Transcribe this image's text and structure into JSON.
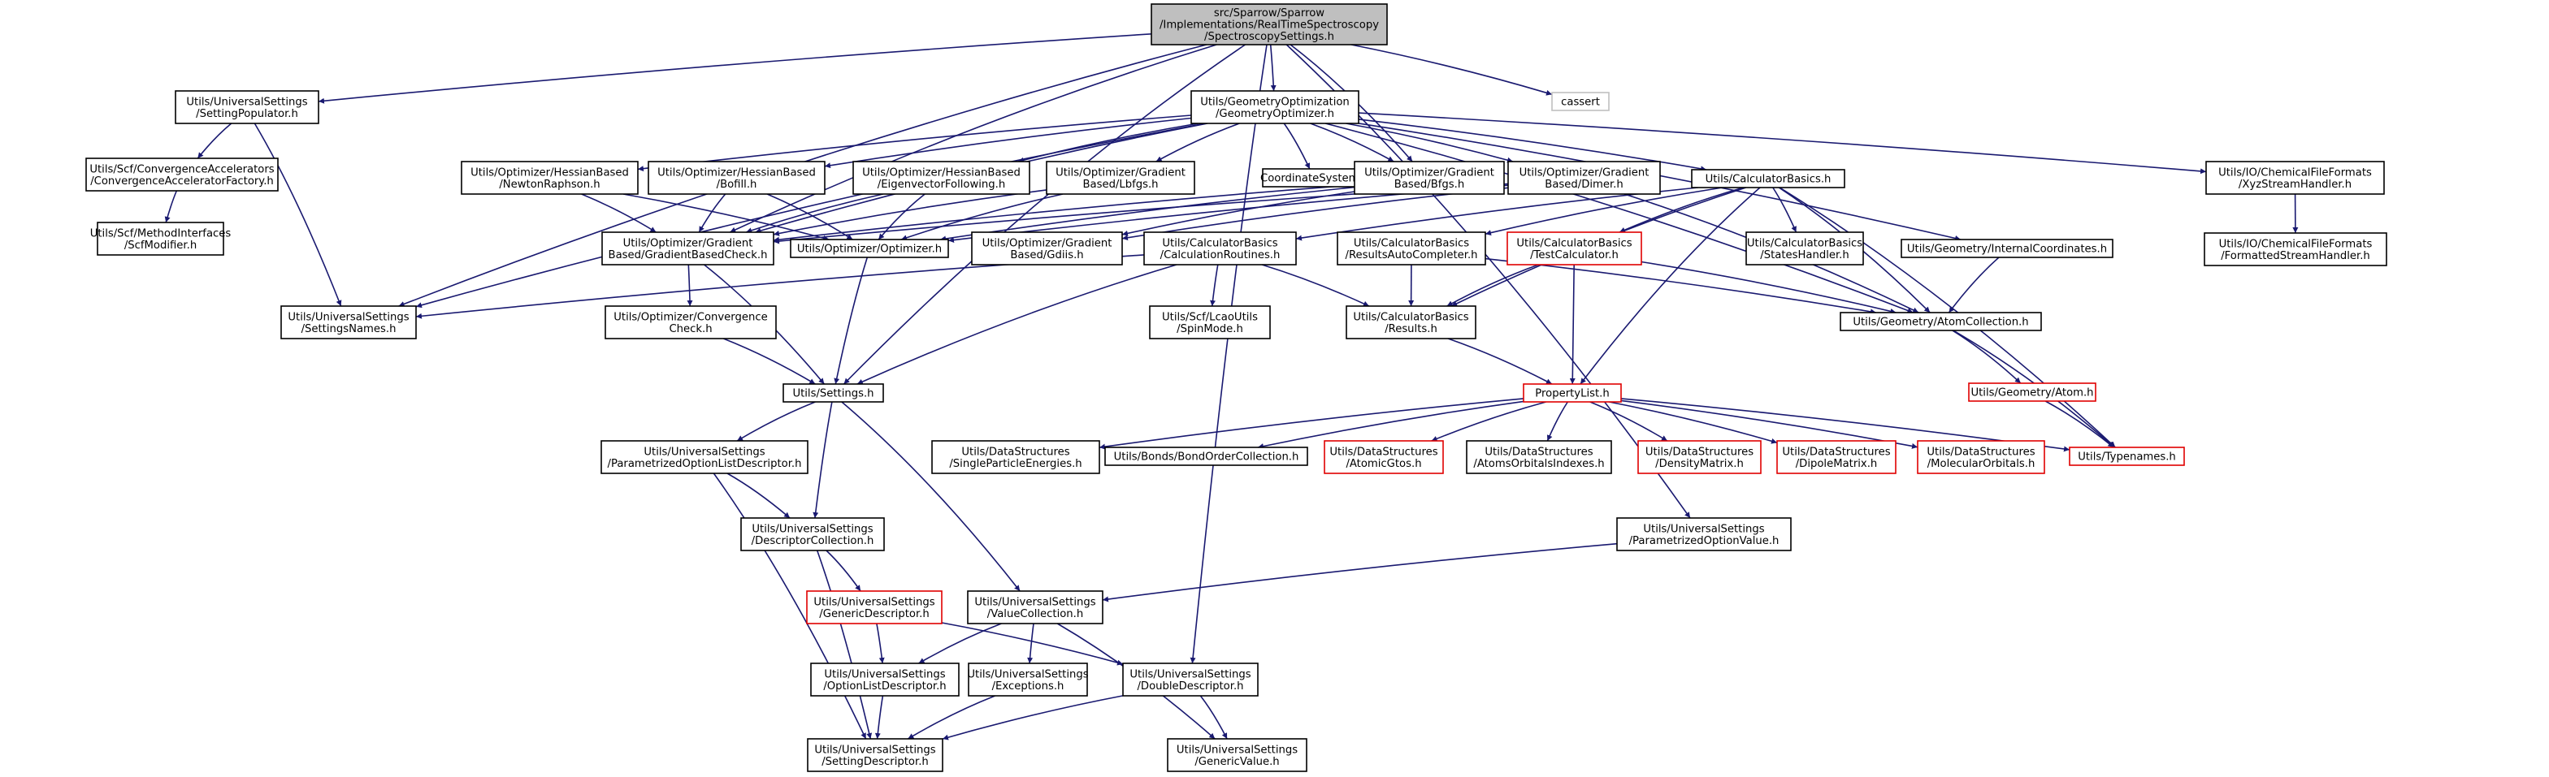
{
  "nodes": {
    "root": {
      "lines": [
        "src/Sparrow/Sparrow",
        "/Implementations/RealTimeSpectroscopy",
        "/SpectroscopySettings.h"
      ]
    },
    "cassert": {
      "lines": [
        "cassert"
      ]
    },
    "setting_populator": {
      "lines": [
        "Utils/UniversalSettings",
        "/SettingPopulator.h"
      ]
    },
    "geometry_optimizer": {
      "lines": [
        "Utils/GeometryOptimization",
        "/GeometryOptimizer.h"
      ]
    },
    "convergence_accel_factory": {
      "lines": [
        "Utils/Scf/ConvergenceAccelerators",
        "/ConvergenceAcceleratorFactory.h"
      ]
    },
    "scf_modifier": {
      "lines": [
        "Utils/Scf/MethodInterfaces",
        "/ScfModifier.h"
      ]
    },
    "hessian_newton": {
      "lines": [
        "Utils/Optimizer/HessianBased",
        "/NewtonRaphson.h"
      ]
    },
    "hessian_bofill": {
      "lines": [
        "Utils/Optimizer/HessianBased",
        "/Bofill.h"
      ]
    },
    "hessian_eigen": {
      "lines": [
        "Utils/Optimizer/HessianBased",
        "/EigenvectorFollowing.h"
      ]
    },
    "gradient_lbfgs": {
      "lines": [
        "Utils/Optimizer/Gradient",
        "Based/Lbfgs.h"
      ]
    },
    "coordinate_system": {
      "lines": [
        "CoordinateSystem.h"
      ]
    },
    "gradient_bfgs": {
      "lines": [
        "Utils/Optimizer/Gradient",
        "Based/Bfgs.h"
      ]
    },
    "gradient_dimer": {
      "lines": [
        "Utils/Optimizer/Gradient",
        "Based/Dimer.h"
      ]
    },
    "calculator_basics": {
      "lines": [
        "Utils/CalculatorBasics.h"
      ]
    },
    "xyz_stream": {
      "lines": [
        "Utils/IO/ChemicalFileFormats",
        "/XyzStreamHandler.h"
      ]
    },
    "formatted_stream": {
      "lines": [
        "Utils/IO/ChemicalFileFormats",
        "/FormattedStreamHandler.h"
      ]
    },
    "gradient_check": {
      "lines": [
        "Utils/Optimizer/Gradient",
        "Based/GradientBasedCheck.h"
      ]
    },
    "optimizer": {
      "lines": [
        "Utils/Optimizer/Optimizer.h"
      ]
    },
    "gradient_gdiis": {
      "lines": [
        "Utils/Optimizer/Gradient",
        "Based/Gdiis.h"
      ]
    },
    "calc_routines": {
      "lines": [
        "Utils/CalculatorBasics",
        "/CalculationRoutines.h"
      ]
    },
    "results_auto": {
      "lines": [
        "Utils/CalculatorBasics",
        "/ResultsAutoCompleter.h"
      ]
    },
    "test_calculator": {
      "lines": [
        "Utils/CalculatorBasics",
        "/TestCalculator.h"
      ]
    },
    "states_handler": {
      "lines": [
        "Utils/CalculatorBasics",
        "/StatesHandler.h"
      ]
    },
    "internal_coords": {
      "lines": [
        "Utils/Geometry/InternalCoordinates.h"
      ]
    },
    "settings_names": {
      "lines": [
        "Utils/UniversalSettings",
        "/SettingsNames.h"
      ]
    },
    "convergence_check": {
      "lines": [
        "Utils/Optimizer/Convergence",
        "Check.h"
      ]
    },
    "spin_mode": {
      "lines": [
        "Utils/Scf/LcaoUtils",
        "/SpinMode.h"
      ]
    },
    "results": {
      "lines": [
        "Utils/CalculatorBasics",
        "/Results.h"
      ]
    },
    "atom_collection": {
      "lines": [
        "Utils/Geometry/AtomCollection.h"
      ]
    },
    "settings": {
      "lines": [
        "Utils/Settings.h"
      ]
    },
    "property_list": {
      "lines": [
        "PropertyList.h"
      ]
    },
    "atom": {
      "lines": [
        "Utils/Geometry/Atom.h"
      ]
    },
    "param_option_list": {
      "lines": [
        "Utils/UniversalSettings",
        "/ParametrizedOptionListDescriptor.h"
      ]
    },
    "single_particle": {
      "lines": [
        "Utils/DataStructures",
        "/SingleParticleEnergies.h"
      ]
    },
    "bond_order": {
      "lines": [
        "Utils/Bonds/BondOrderCollection.h"
      ]
    },
    "atomic_gtos": {
      "lines": [
        "Utils/DataStructures",
        "/AtomicGtos.h"
      ]
    },
    "atoms_orbitals": {
      "lines": [
        "Utils/DataStructures",
        "/AtomsOrbitalsIndexes.h"
      ]
    },
    "density_matrix": {
      "lines": [
        "Utils/DataStructures",
        "/DensityMatrix.h"
      ]
    },
    "dipole_matrix": {
      "lines": [
        "Utils/DataStructures",
        "/DipoleMatrix.h"
      ]
    },
    "molecular_orbitals": {
      "lines": [
        "Utils/DataStructures",
        "/MolecularOrbitals.h"
      ]
    },
    "typenames": {
      "lines": [
        "Utils/Typenames.h"
      ]
    },
    "descriptor_collection": {
      "lines": [
        "Utils/UniversalSettings",
        "/DescriptorCollection.h"
      ]
    },
    "param_option_value": {
      "lines": [
        "Utils/UniversalSettings",
        "/ParametrizedOptionValue.h"
      ]
    },
    "generic_descriptor": {
      "lines": [
        "Utils/UniversalSettings",
        "/GenericDescriptor.h"
      ]
    },
    "value_collection": {
      "lines": [
        "Utils/UniversalSettings",
        "/ValueCollection.h"
      ]
    },
    "option_list_desc": {
      "lines": [
        "Utils/UniversalSettings",
        "/OptionListDescriptor.h"
      ]
    },
    "exceptions": {
      "lines": [
        "Utils/UniversalSettings",
        "/Exceptions.h"
      ]
    },
    "double_desc": {
      "lines": [
        "Utils/UniversalSettings",
        "/DoubleDescriptor.h"
      ]
    },
    "setting_desc": {
      "lines": [
        "Utils/UniversalSettings",
        "/SettingDescriptor.h"
      ]
    },
    "generic_value": {
      "lines": [
        "Utils/UniversalSettings",
        "/GenericValue.h"
      ]
    }
  },
  "edges": [
    [
      "root",
      "geometry_optimizer"
    ],
    [
      "root",
      "setting_populator"
    ],
    [
      "root",
      "cassert"
    ],
    [
      "root",
      "gradient_check"
    ],
    [
      "root",
      "gradient_bfgs"
    ],
    [
      "root",
      "settings_names"
    ],
    [
      "root",
      "settings"
    ],
    [
      "root",
      "param_option_value"
    ],
    [
      "root",
      "double_desc"
    ],
    [
      "setting_populator",
      "convergence_accel_factory"
    ],
    [
      "setting_populator",
      "settings_names"
    ],
    [
      "convergence_accel_factory",
      "scf_modifier"
    ],
    [
      "geometry_optimizer",
      "hessian_newton"
    ],
    [
      "geometry_optimizer",
      "hessian_bofill"
    ],
    [
      "geometry_optimizer",
      "hessian_eigen"
    ],
    [
      "geometry_optimizer",
      "gradient_lbfgs"
    ],
    [
      "geometry_optimizer",
      "coordinate_system"
    ],
    [
      "geometry_optimizer",
      "gradient_bfgs"
    ],
    [
      "geometry_optimizer",
      "gradient_dimer"
    ],
    [
      "geometry_optimizer",
      "calculator_basics"
    ],
    [
      "geometry_optimizer",
      "xyz_stream"
    ],
    [
      "geometry_optimizer",
      "internal_coords"
    ],
    [
      "geometry_optimizer",
      "gradient_check"
    ],
    [
      "geometry_optimizer",
      "settings_names"
    ],
    [
      "geometry_optimizer",
      "atom_collection"
    ],
    [
      "xyz_stream",
      "formatted_stream"
    ],
    [
      "hessian_newton",
      "gradient_check"
    ],
    [
      "hessian_newton",
      "optimizer"
    ],
    [
      "hessian_bofill",
      "gradient_check"
    ],
    [
      "hessian_bofill",
      "optimizer"
    ],
    [
      "hessian_eigen",
      "gradient_check"
    ],
    [
      "hessian_eigen",
      "optimizer"
    ],
    [
      "gradient_lbfgs",
      "gradient_check"
    ],
    [
      "gradient_lbfgs",
      "optimizer"
    ],
    [
      "gradient_bfgs",
      "gradient_check"
    ],
    [
      "gradient_bfgs",
      "optimizer"
    ],
    [
      "gradient_bfgs",
      "gradient_gdiis"
    ],
    [
      "gradient_dimer",
      "gradient_check"
    ],
    [
      "gradient_dimer",
      "optimizer"
    ],
    [
      "gradient_dimer",
      "gradient_gdiis"
    ],
    [
      "gradient_dimer",
      "atom_collection"
    ],
    [
      "calculator_basics",
      "calc_routines"
    ],
    [
      "calculator_basics",
      "results_auto"
    ],
    [
      "calculator_basics",
      "test_calculator"
    ],
    [
      "calculator_basics",
      "states_handler"
    ],
    [
      "calculator_basics",
      "results"
    ],
    [
      "calculator_basics",
      "atom_collection"
    ],
    [
      "calculator_basics",
      "property_list"
    ],
    [
      "calculator_basics",
      "typenames"
    ],
    [
      "internal_coords",
      "atom_collection"
    ],
    [
      "gradient_check",
      "convergence_check"
    ],
    [
      "gradient_check",
      "settings"
    ],
    [
      "optimizer",
      "settings"
    ],
    [
      "convergence_check",
      "settings"
    ],
    [
      "calc_routines",
      "settings_names"
    ],
    [
      "calc_routines",
      "spin_mode"
    ],
    [
      "calc_routines",
      "results"
    ],
    [
      "calc_routines",
      "settings"
    ],
    [
      "results_auto",
      "results"
    ],
    [
      "results_auto",
      "atom_collection"
    ],
    [
      "test_calculator",
      "results"
    ],
    [
      "test_calculator",
      "property_list"
    ],
    [
      "test_calculator",
      "atom_collection"
    ],
    [
      "results",
      "property_list"
    ],
    [
      "atom_collection",
      "atom"
    ],
    [
      "atom_collection",
      "typenames"
    ],
    [
      "atom",
      "typenames"
    ],
    [
      "property_list",
      "single_particle"
    ],
    [
      "property_list",
      "bond_order"
    ],
    [
      "property_list",
      "atomic_gtos"
    ],
    [
      "property_list",
      "atoms_orbitals"
    ],
    [
      "property_list",
      "density_matrix"
    ],
    [
      "property_list",
      "dipole_matrix"
    ],
    [
      "property_list",
      "molecular_orbitals"
    ],
    [
      "property_list",
      "typenames"
    ],
    [
      "settings",
      "param_option_list"
    ],
    [
      "settings",
      "descriptor_collection"
    ],
    [
      "settings",
      "value_collection"
    ],
    [
      "param_option_list",
      "descriptor_collection"
    ],
    [
      "param_option_list",
      "setting_desc"
    ],
    [
      "descriptor_collection",
      "generic_descriptor"
    ],
    [
      "descriptor_collection",
      "setting_desc"
    ],
    [
      "param_option_value",
      "value_collection"
    ],
    [
      "generic_descriptor",
      "option_list_desc"
    ],
    [
      "generic_descriptor",
      "double_desc"
    ],
    [
      "value_collection",
      "option_list_desc"
    ],
    [
      "value_collection",
      "exceptions"
    ],
    [
      "value_collection",
      "generic_value"
    ],
    [
      "option_list_desc",
      "setting_desc"
    ],
    [
      "exceptions",
      "setting_desc"
    ],
    [
      "double_desc",
      "setting_desc"
    ],
    [
      "double_desc",
      "generic_value"
    ]
  ]
}
